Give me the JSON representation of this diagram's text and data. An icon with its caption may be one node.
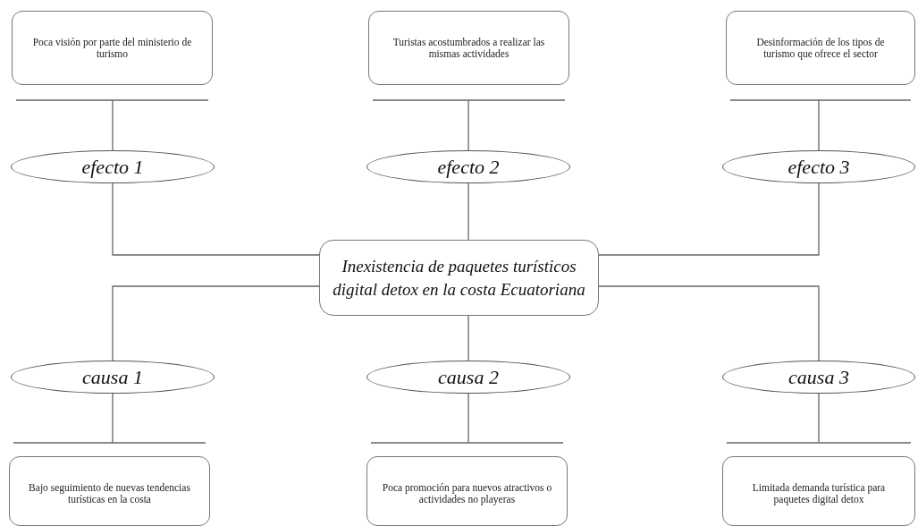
{
  "diagram": {
    "nodes": [
      {
        "text": [
          "Poca visión por parte del ministerio de turismo"
        ]
      },
      {
        "text": [
          "Turistas acostumbrados a realizar las mismas actividades"
        ]
      },
      {
        "text": [
          "Desinformación de los tipos de turismo que ofrece el sector"
        ]
      },
      {
        "text": [
          "efecto 1"
        ]
      },
      {
        "text": [
          "efecto 2"
        ]
      },
      {
        "text": [
          "efecto 3"
        ]
      },
      {
        "text": [
          "Inexistencia de paquetes turísticos digital detox en la costa Ecuatoriana"
        ]
      },
      {
        "text": [
          "causa 1"
        ]
      },
      {
        "text": [
          "causa 2"
        ]
      },
      {
        "text": [
          "causa 3"
        ]
      },
      {
        "text": [
          "Bajo seguimiento de nuevas tendencias turísticas en la costa"
        ]
      },
      {
        "text": [
          "Poca promoción para nuevos atractivos o actividades no playeras"
        ]
      },
      {
        "text": [
          "Limitada demanda turística para paquetes digital detox"
        ]
      }
    ],
    "edges": [
      {
        "from": 3,
        "to": 0,
        "arrow": "none"
      },
      {
        "from": 4,
        "to": 1,
        "arrow": "none"
      },
      {
        "from": 5,
        "to": 2,
        "arrow": "none"
      },
      {
        "from": 6,
        "to": 3,
        "arrow": "none"
      },
      {
        "from": 6,
        "to": 4,
        "arrow": "none"
      },
      {
        "from": 6,
        "to": 5,
        "arrow": "none"
      },
      {
        "from": 6,
        "to": 7,
        "arrow": "none"
      },
      {
        "from": 6,
        "to": 8,
        "arrow": "none"
      },
      {
        "from": 6,
        "to": 9,
        "arrow": "none"
      },
      {
        "from": 7,
        "to": 10,
        "arrow": "none"
      },
      {
        "from": 8,
        "to": 11,
        "arrow": "none"
      },
      {
        "from": 9,
        "to": 12,
        "arrow": "none"
      }
    ]
  }
}
